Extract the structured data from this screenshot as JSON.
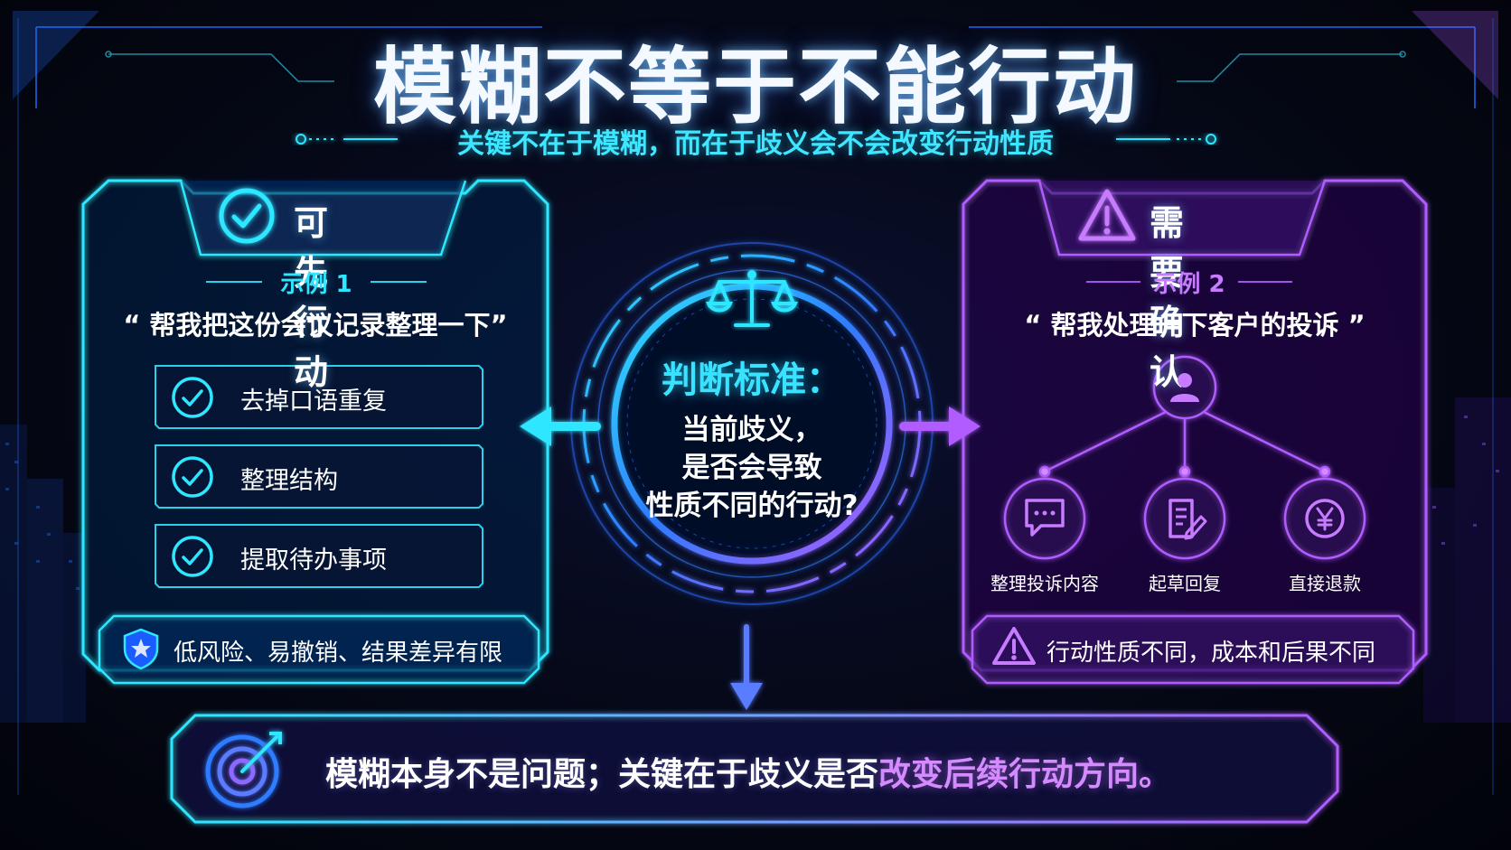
{
  "title": "模糊不等于不能行动",
  "subtitle": "关键不在于模糊，而在于歧义会不会改变行动性质",
  "left_panel": {
    "heading": "可先行动",
    "example_label": "示例 1",
    "quote": "“ 帮我把这份会议记录整理一下”",
    "items": [
      {
        "label": "去掉口语重复"
      },
      {
        "label": "整理结构"
      },
      {
        "label": "提取待办事项"
      }
    ],
    "footer": "低风险、易撤销、结果差异有限"
  },
  "center": {
    "heading": "判断标准：",
    "lines": [
      "当前歧义，",
      "是否会导致",
      "性质不同的行动?"
    ]
  },
  "right_panel": {
    "heading": "需要确认",
    "example_label": "示例 2",
    "quote": "“ 帮我处理一下客户的投诉 ”",
    "branches": [
      {
        "label": "整理投诉内容",
        "icon": "chat-bubble-icon"
      },
      {
        "label": "起草回复",
        "icon": "document-edit-icon"
      },
      {
        "label": "直接退款",
        "icon": "yen-coin-icon"
      }
    ],
    "footer": "行动性质不同，成本和后果不同"
  },
  "conclusion": {
    "text_main": "模糊本身不是问题；关键在于歧义是否",
    "text_highlight": "改变后续行动方向。"
  },
  "colors": {
    "cyan": "#2ee6ff",
    "blue": "#2f7bff",
    "purple": "#b05cff",
    "highlight": "#d58bff"
  }
}
